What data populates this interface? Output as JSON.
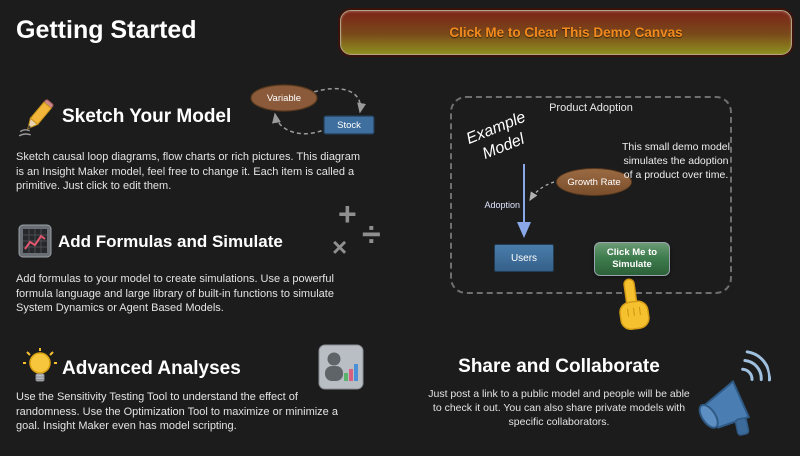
{
  "page": {
    "title": "Getting Started"
  },
  "clear_button": {
    "label": "Click Me to Clear This Demo Canvas"
  },
  "sections": {
    "sketch": {
      "heading": "Sketch Your Model",
      "body": "Sketch causal loop diagrams, flow charts or rich pictures. This diagram is an Insight Maker model, feel free to change it. Each item is called a primitive. Just click to edit them.",
      "diagram": {
        "variable_label": "Variable",
        "stock_label": "Stock"
      }
    },
    "formulas": {
      "heading": "Add Formulas and Simulate",
      "body": "Add formulas to your model to create simulations. Use a powerful formula language and large library of built-in functions to simulate System Dynamics or Agent Based Models.",
      "symbols": {
        "plus": "+",
        "multiply": "×",
        "divide": "÷"
      }
    },
    "analyses": {
      "heading": "Advanced Analyses",
      "body": "Use the Sensitivity Testing Tool to understand the effect of randomness. Use the Optimization Tool to maximize or minimize a goal. Insight Maker even has model scripting."
    },
    "share": {
      "heading": "Share and Collaborate",
      "body": "Just post a link to a public model and people will be able to check it out. You can also share private models with specific collaborators."
    }
  },
  "demo_panel": {
    "title": "Product Adoption",
    "example_label": "Example\nModel",
    "growth_rate_label": "Growth Rate",
    "adoption_label": "Adoption",
    "users_label": "Users",
    "description": "This small demo model simulates the adoption of a product over time.",
    "simulate_button": "Click Me to Simulate"
  },
  "colors": {
    "background": "#1c1c1c",
    "accent_orange": "#f28a1e",
    "simulate_green": "#3f7d4e",
    "primitive_blue": "#3f6f9e",
    "primitive_brown": "#8a5a3a"
  }
}
